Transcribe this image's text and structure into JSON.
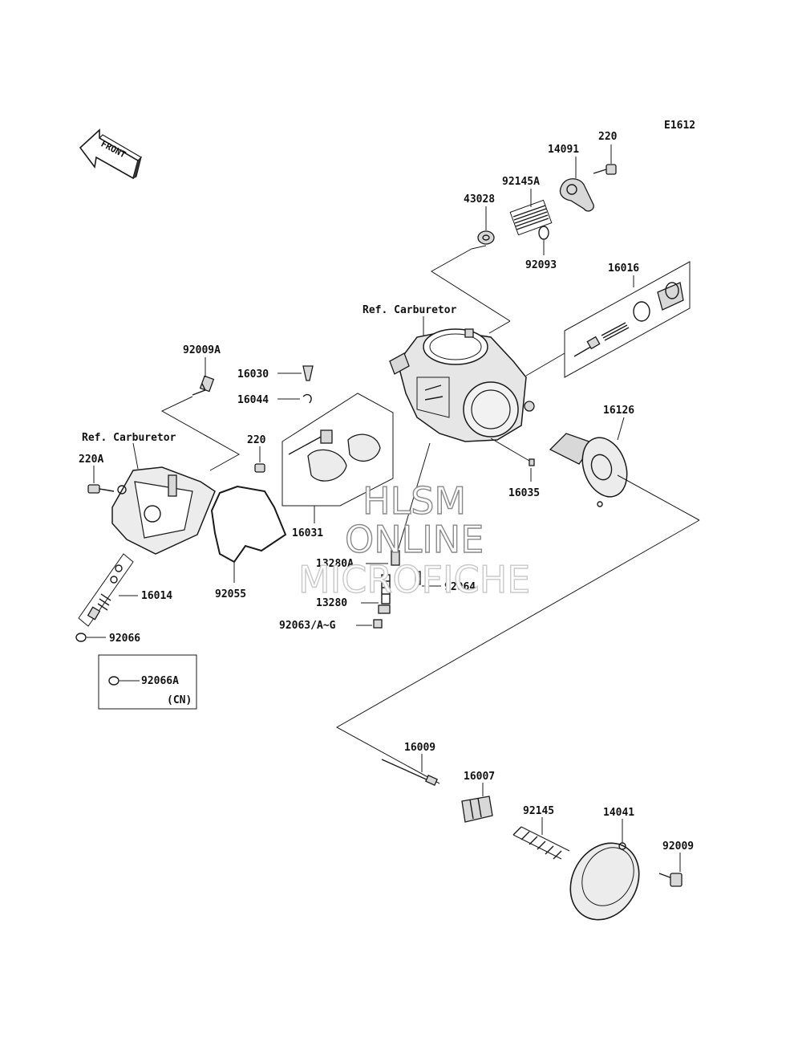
{
  "diagram_code": "E1612",
  "front_arrow_text": "FRONT",
  "references": {
    "ref_carburetor_top": "Ref. Carburetor",
    "ref_carburetor_left": "Ref. Carburetor"
  },
  "parts": {
    "p220_top": "220",
    "p14091": "14091",
    "p92145A": "92145A",
    "p43028": "43028",
    "p92093": "92093",
    "p16016": "16016",
    "p92009A": "92009A",
    "p16030": "16030",
    "p16044": "16044",
    "p220_mid": "220",
    "p220A": "220A",
    "p16126": "16126",
    "p16035": "16035",
    "p16031": "16031",
    "p13280A": "13280A",
    "p92064": "92064",
    "p13280": "13280",
    "p92063": "92063/A~G",
    "p16014": "16014",
    "p92055": "92055",
    "p92066": "92066",
    "p92066A": "92066A",
    "p92066A_note": "(CN)",
    "p16009": "16009",
    "p16007": "16007",
    "p92145": "92145",
    "p14041": "14041",
    "p92009": "92009"
  },
  "watermark": {
    "line1": "HLSM",
    "line2": "ONLINE",
    "line3": "MICROFICHE"
  }
}
